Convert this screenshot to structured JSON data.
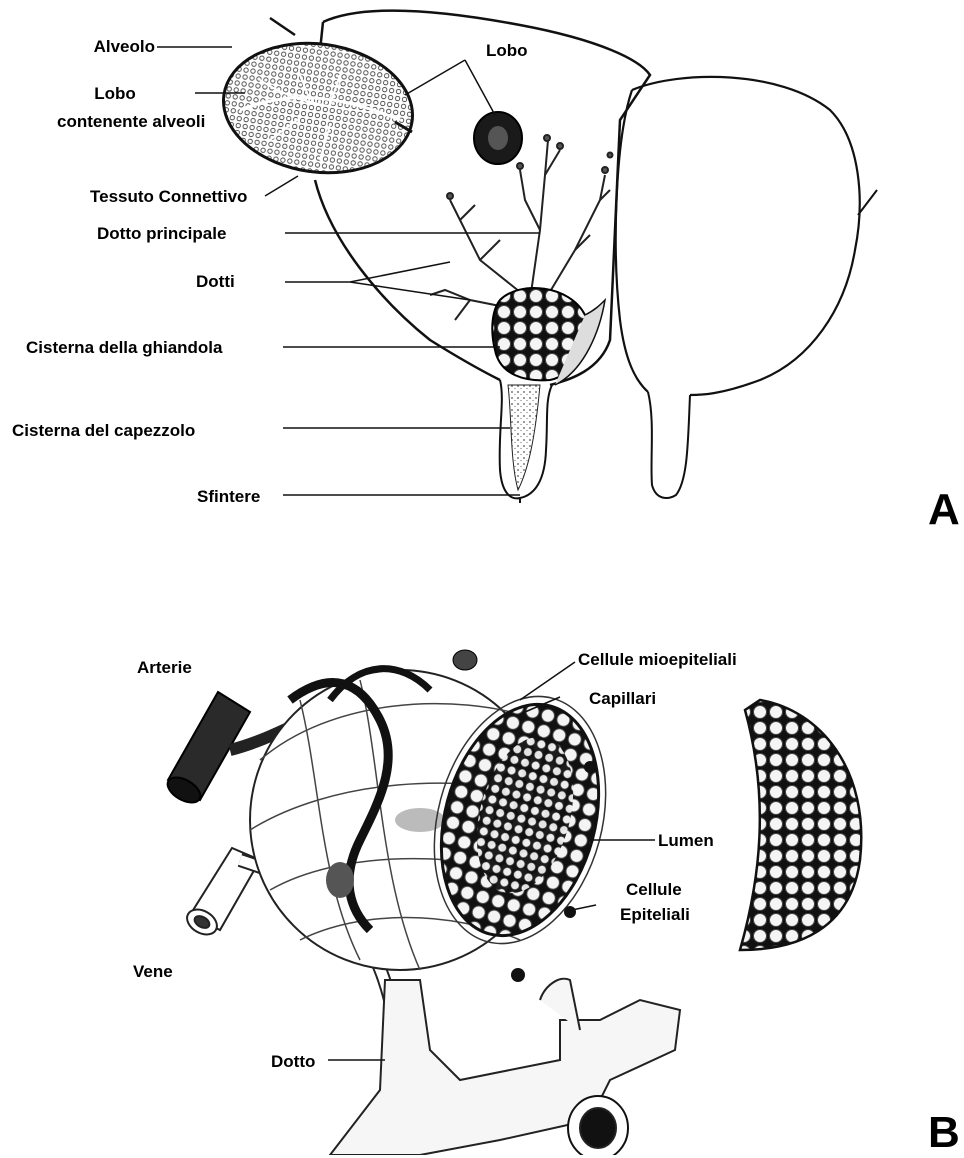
{
  "panel_a": {
    "letter": "A",
    "labels": {
      "alveolo": "Alveolo",
      "lobo_top": "Lobo",
      "lobo_alveoli_1": "Lobo",
      "lobo_alveoli_2": "contenente alveoli",
      "tessuto": "Tessuto Connettivo",
      "dotto_principale": "Dotto principale",
      "dotti": "Dotti",
      "cisterna_ghiandola": "Cisterna della ghiandola",
      "cisterna_capezzolo": "Cisterna del capezzolo",
      "sfintere": "Sfintere"
    }
  },
  "panel_b": {
    "letter": "B",
    "labels": {
      "arterie": "Arterie",
      "cellule_mio": "Cellule mioepiteliali",
      "capillari": "Capillari",
      "lumen": "Lumen",
      "cellule_epi_1": "Cellule",
      "cellule_epi_2": "Epiteliali",
      "vene": "Vene",
      "dotto": "Dotto"
    }
  }
}
